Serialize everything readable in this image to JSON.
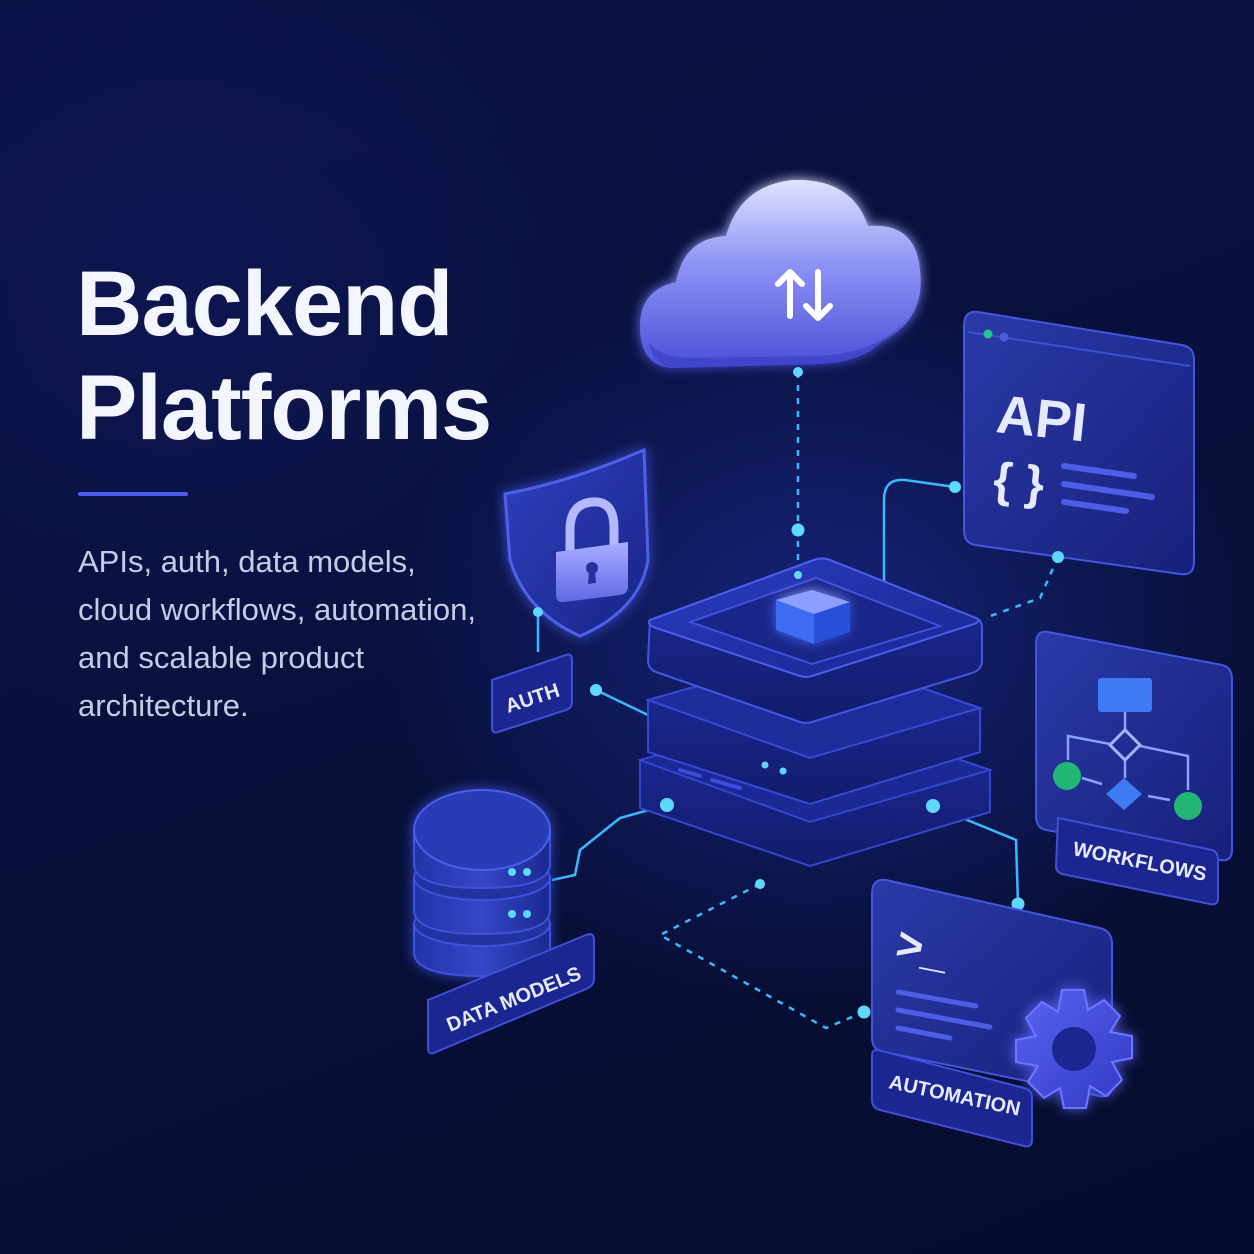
{
  "hero": {
    "title_line1": "Backend",
    "title_line2": "Platforms",
    "description": "APIs, auth, data models, cloud workflows, automation, and scalable product architecture."
  },
  "diagram": {
    "api_card_title": "API",
    "api_card_glyph": "{ }",
    "automation_prompt": ">_",
    "labels": {
      "auth": "AUTH",
      "data_models": "DATA MODELS",
      "workflows": "WORKFLOWS",
      "automation": "AUTOMATION"
    }
  },
  "colors": {
    "background": "#08103a",
    "accent": "#4f5cf0",
    "connector": "#3db8ff",
    "node_glow": "#5fd8ff",
    "workflow_green": "#22b573"
  }
}
